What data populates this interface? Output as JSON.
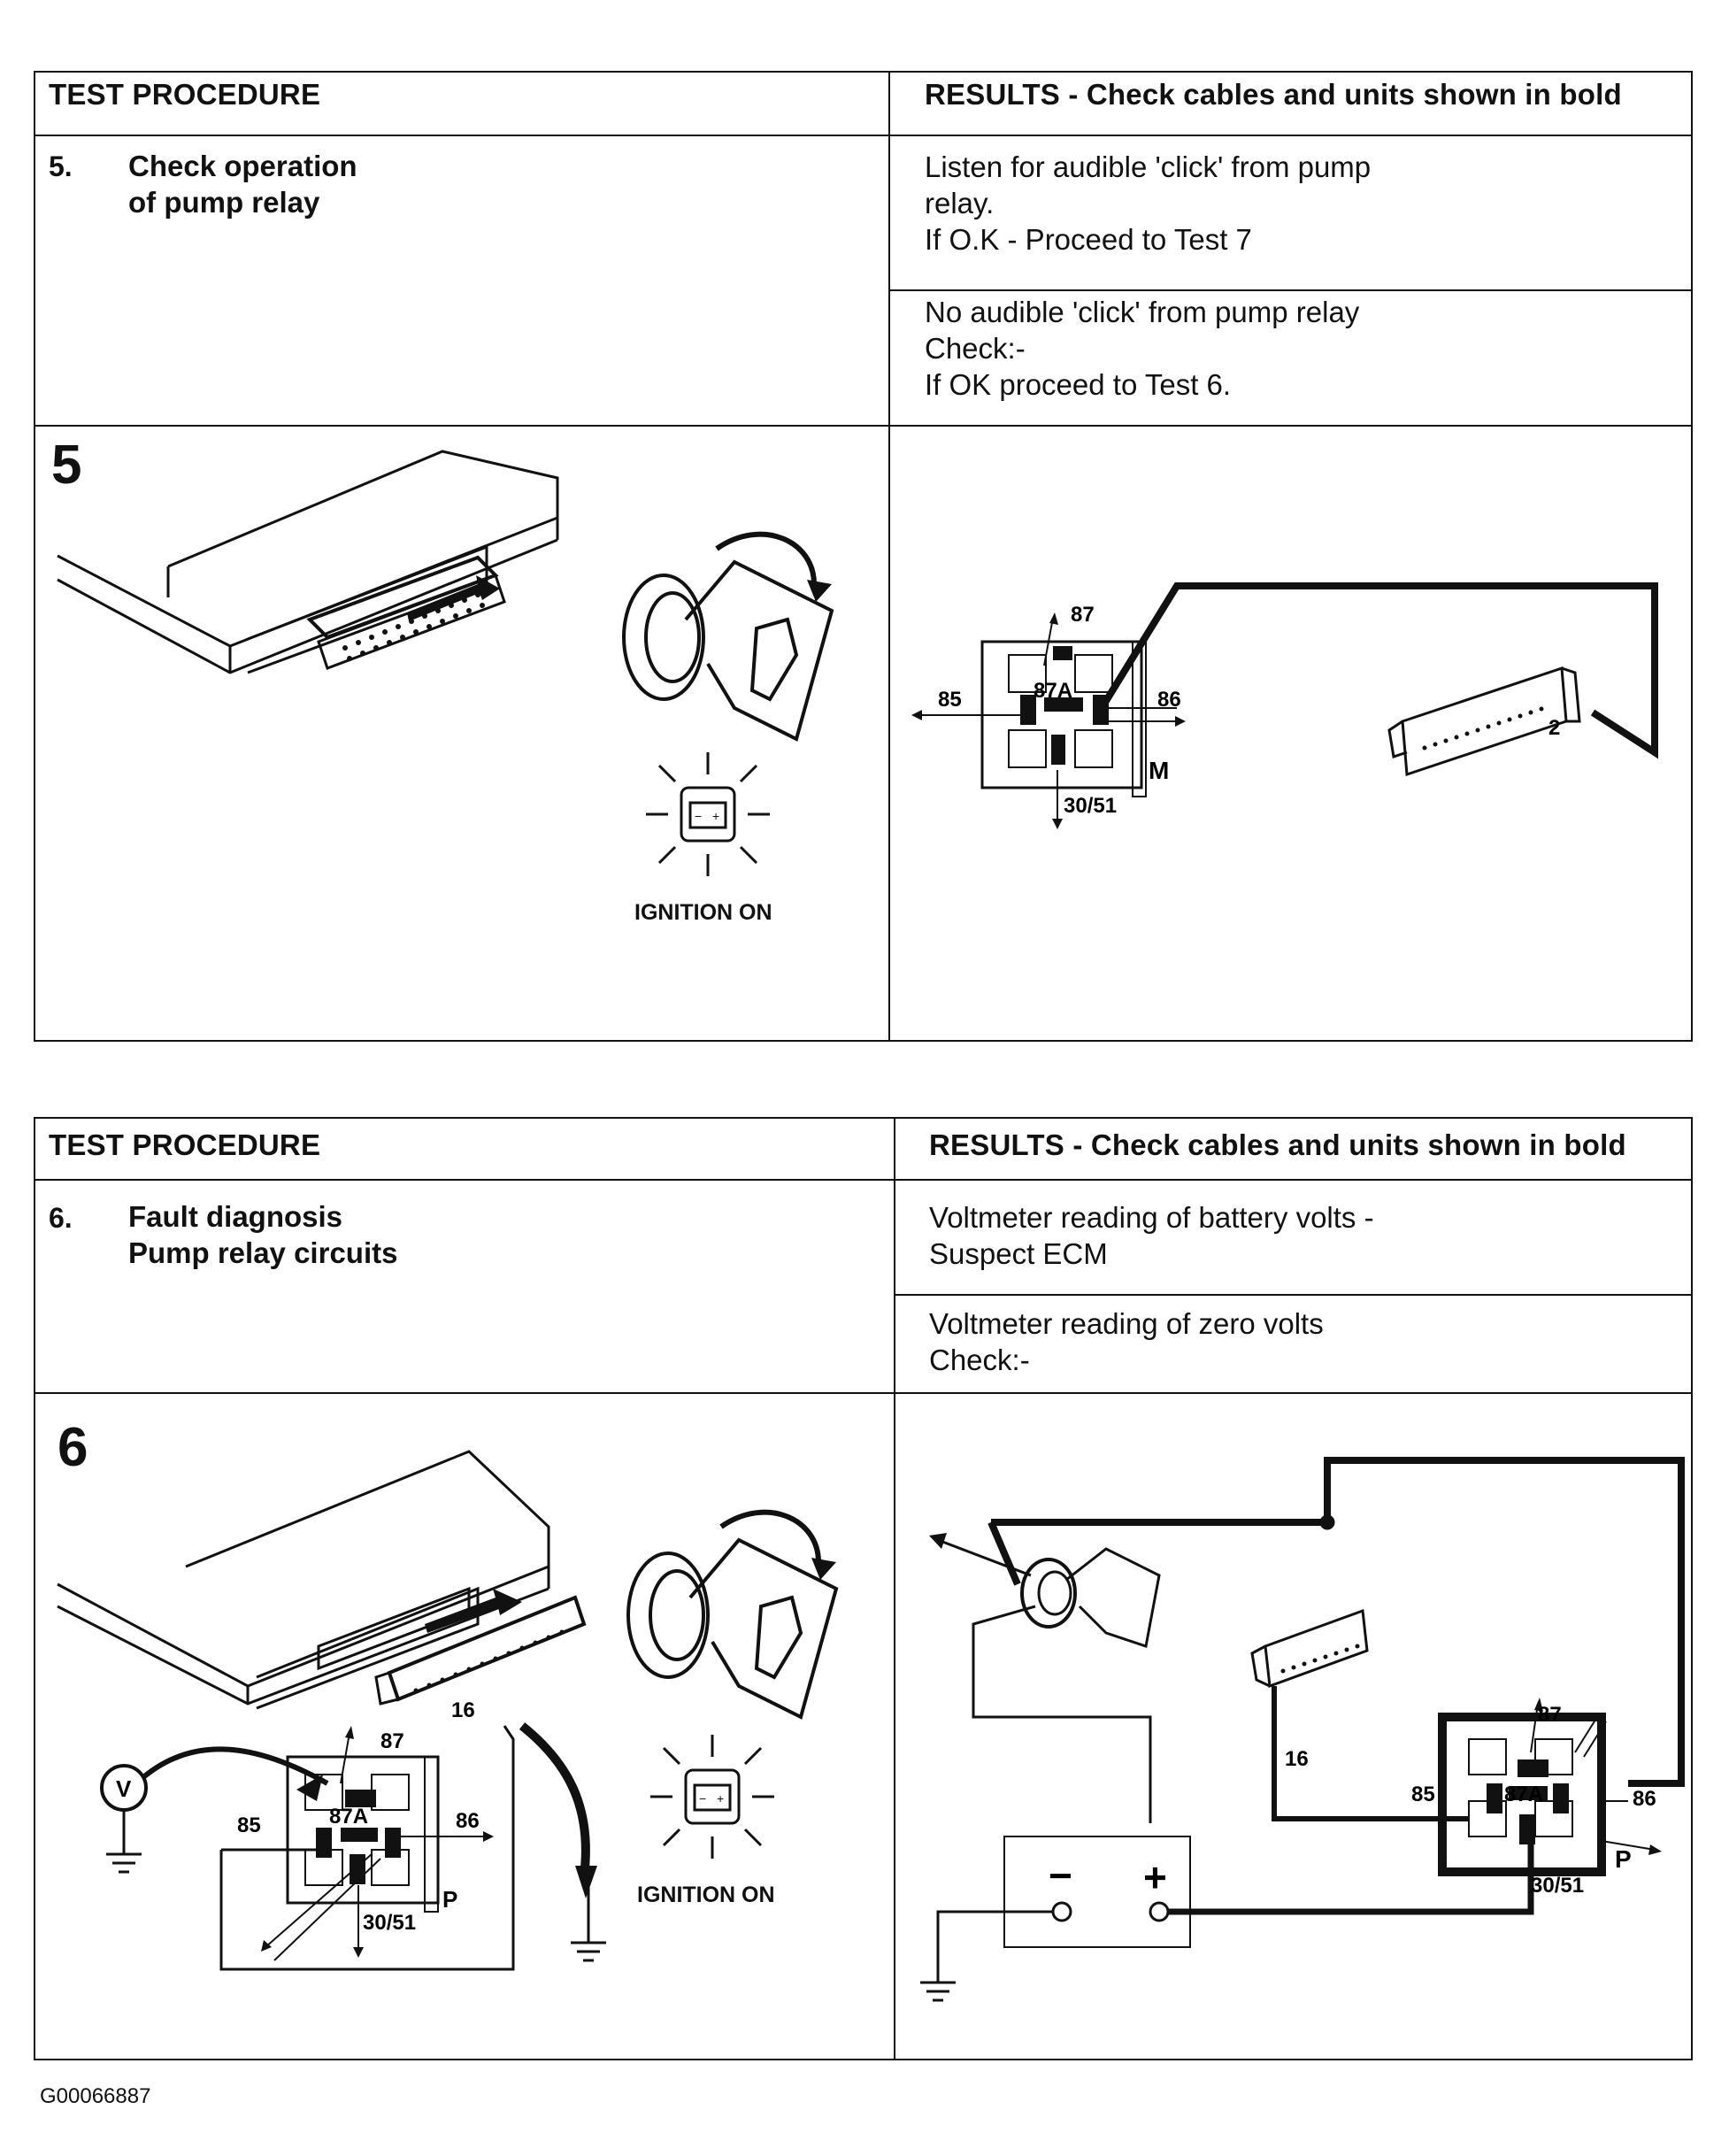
{
  "tables": [
    {
      "header": {
        "procedure": "TEST PROCEDURE",
        "results": "RESULTS - Check cables and units shown in bold"
      },
      "step_number": "5.",
      "step_title": "Check operation\nof pump relay",
      "results": [
        "Listen for audible 'click' from pump\nrelay.\nIf O.K - Proceed to Test 7",
        "No audible 'click' from pump relay\nCheck:-\nIf OK proceed to Test 6."
      ],
      "figure": {
        "number": "5",
        "ignition_label": "IGNITION ON",
        "relay_pins": [
          "87",
          "87A",
          "85",
          "86",
          "30/51"
        ],
        "relay_tag": "M",
        "connector_pin": "2"
      }
    },
    {
      "header": {
        "procedure": "TEST PROCEDURE",
        "results": "RESULTS - Check cables and units shown in bold"
      },
      "step_number": "6.",
      "step_title": "Fault diagnosis\nPump relay circuits",
      "results": [
        "Voltmeter reading of battery volts -\nSuspect ECM",
        "Voltmeter reading of zero volts\nCheck:-"
      ],
      "figure": {
        "number": "6",
        "ignition_label": "IGNITION ON",
        "relay_pins": [
          "87",
          "87A",
          "85",
          "86",
          "30/51"
        ],
        "relay_tag": "P",
        "connector_pin": "16",
        "voltmeter_symbol": "V",
        "battery_minus": "−",
        "battery_plus": "+"
      }
    }
  ],
  "footer_code": "G00066887",
  "colors": {
    "ink": "#111111",
    "paper": "#ffffff"
  }
}
